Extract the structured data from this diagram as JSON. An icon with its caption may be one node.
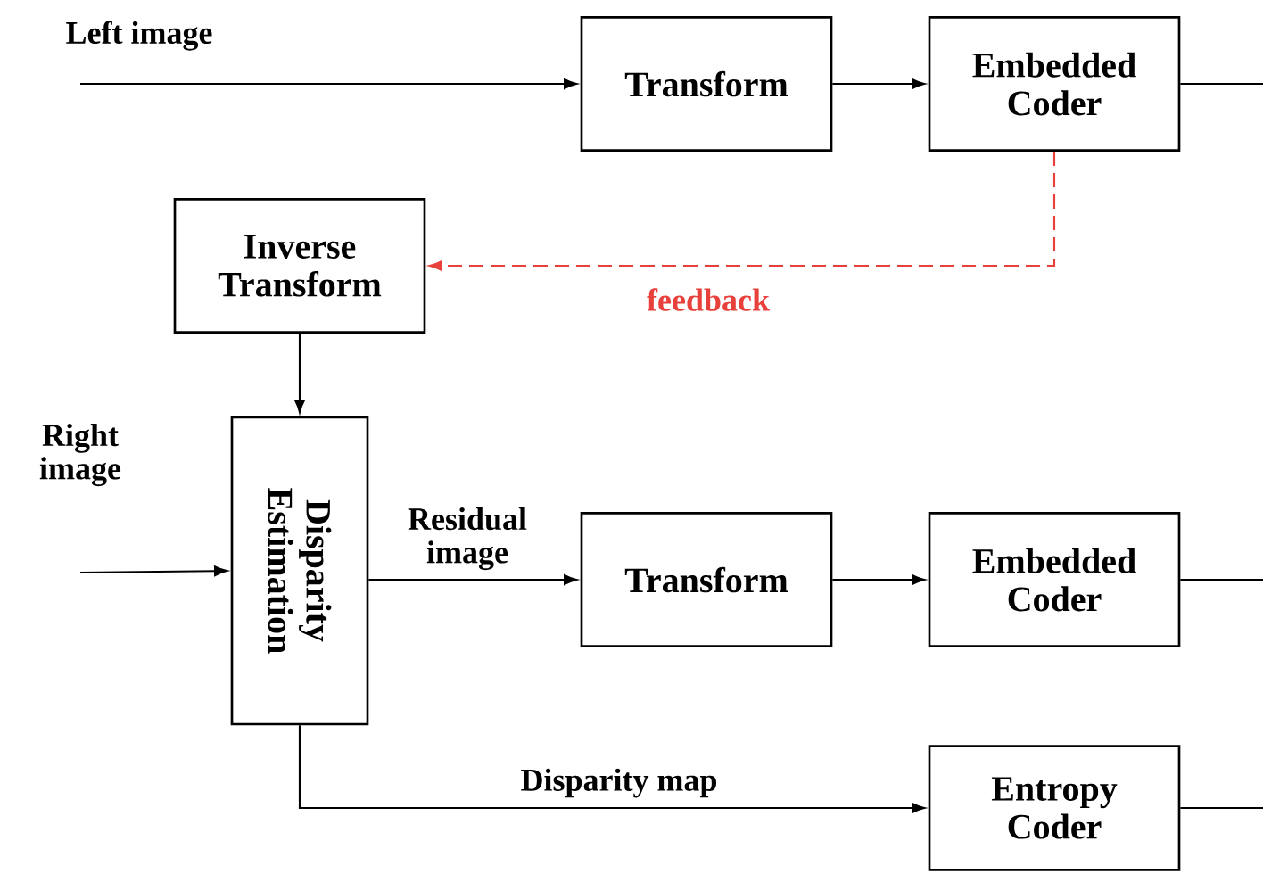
{
  "diagram": {
    "nodes": [
      {
        "text": [
          "Transform"
        ]
      },
      {
        "text": [
          "Embedded Coder"
        ]
      },
      {
        "text": [
          "Inverse Transform"
        ]
      },
      {
        "text": [
          "Disparity Estimation"
        ]
      },
      {
        "text": [
          "Transform"
        ]
      },
      {
        "text": [
          "Embedded Coder"
        ]
      },
      {
        "text": [
          "Entropy Coder"
        ]
      }
    ],
    "edges": [
      {
        "from": null,
        "to": 0,
        "arrow": "to"
      },
      {
        "from": 0,
        "to": 1,
        "arrow": "to"
      },
      {
        "from": 1,
        "to": null,
        "arrow": "none"
      },
      {
        "from": 1,
        "to": 2,
        "arrow": "to",
        "label": "feedback",
        "style": "dashed",
        "color": "#e8413c"
      },
      {
        "from": 2,
        "to": 3,
        "arrow": "to"
      },
      {
        "from": null,
        "to": 3,
        "arrow": "to"
      },
      {
        "from": 3,
        "to": 4,
        "arrow": "to",
        "label": "Residual image"
      },
      {
        "from": 4,
        "to": 5,
        "arrow": "to"
      },
      {
        "from": 5,
        "to": null,
        "arrow": "none"
      },
      {
        "from": 3,
        "to": 6,
        "arrow": "to",
        "label": "Disparity map"
      },
      {
        "from": 6,
        "to": null,
        "arrow": "none"
      }
    ],
    "labels": [
      "Left image",
      "Right image"
    ]
  }
}
